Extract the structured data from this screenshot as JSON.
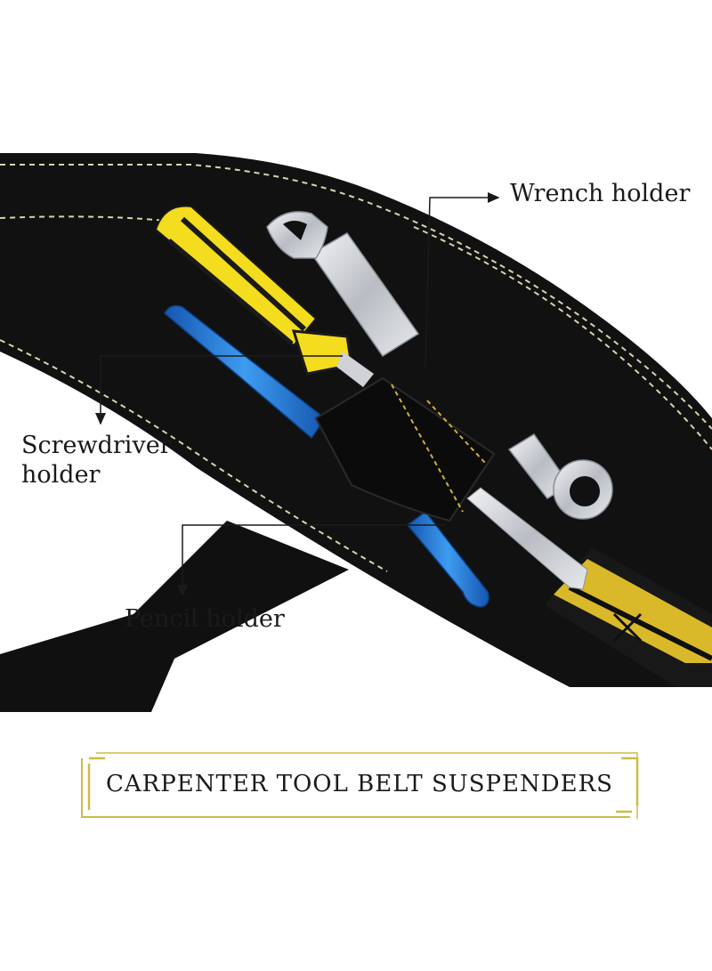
{
  "labels": {
    "wrench": "Wrench holder",
    "screwdriver": "Screwdriver\nholder",
    "pencil": "Pencil holder"
  },
  "banner": {
    "title": "CARPENTER TOOL BELT SUSPENDERS"
  },
  "colors": {
    "belt": "#0f0f0f",
    "stitch": "#d8d2b0",
    "screwdriver_handle": "#f4dc1e",
    "pencil": "#1f78d6",
    "metal": "#c9ccd1",
    "strap_yellow": "#d9b92a",
    "frame_gold": "#cdbb47"
  },
  "icons": [
    "wrench-icon",
    "screwdriver-icon",
    "pencil-icon",
    "arrow-icon"
  ]
}
